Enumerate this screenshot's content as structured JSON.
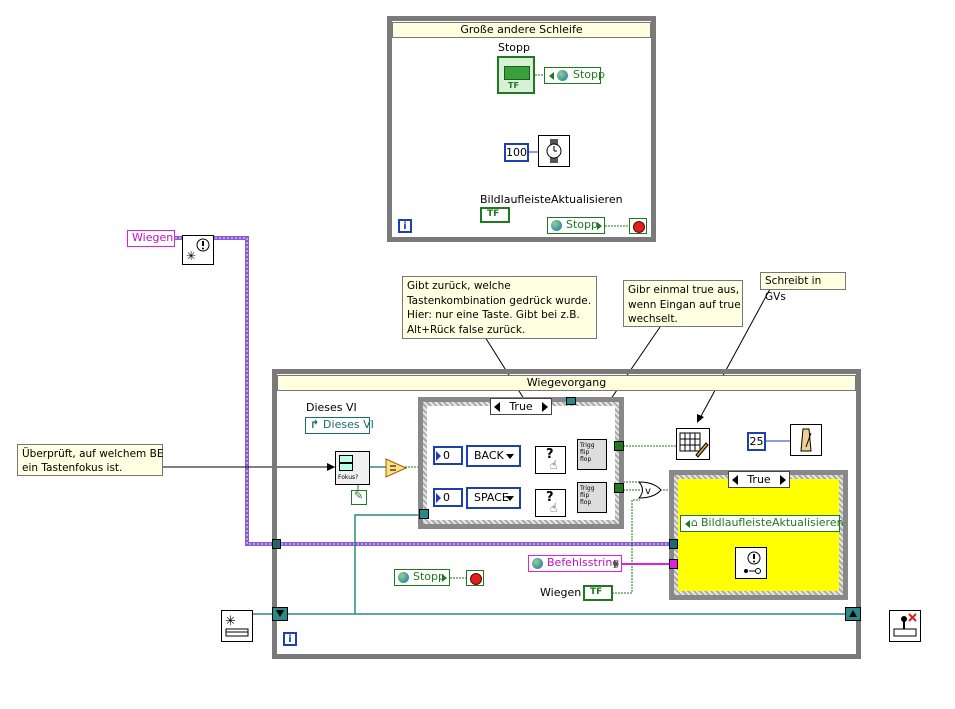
{
  "top_loop": {
    "title": "Große andere Schleife",
    "stopp_label": "Stopp",
    "stopp_control_text": "TF",
    "stopp_local": "Stopp",
    "wait_ms": "100",
    "bild_label": "BildlaufleisteAktualisieren",
    "bild_control_text": "TF",
    "stopp_local_read": "Stopp",
    "iteration": "i"
  },
  "outer_left": {
    "wiegen_local": "Wiegen",
    "note_focus": "Überprüft, auf welchem BE\nein Tastenfokus ist."
  },
  "notes": {
    "key_combo": "Gibt zurück, welche\nTastenkombination gedrück wurde.\nHier: nur eine Taste. Gibt bei z.B.\nAlt+Rück false zurück.",
    "flipflop": "Gibr einmal true aus,\nwenn Eingan auf true\nwechselt.",
    "gv": "Schreibt in GVs"
  },
  "main_loop": {
    "title": "Wiegevorgang",
    "dieses_label": "Dieses VI",
    "dieses_ref": "Dieses VI",
    "fokus_text": "Fokus?",
    "case1_selector": "True",
    "key_index_1": "0",
    "key_index_2": "0",
    "key_1": "BACK",
    "key_2": "SPACE",
    "query_symbol": "?",
    "flipflop_text": "Trigg flip flop",
    "wait_ms": "25",
    "or_symbol": "v",
    "case2_selector": "True",
    "bild_local": "BildlaufleisteAktualisieren",
    "befehl_local": "Befehlsstring",
    "stopp_local": "Stopp",
    "wiegen_label": "Wiegen",
    "wiegen_control_text": "TF",
    "iteration": "i"
  },
  "colors": {
    "loop_border": "#7a7a7a",
    "wire_bool": "#1f7a1f",
    "wire_string": "#e020e0",
    "wire_int": "#1d3fb0",
    "wire_ref": "#2a8a8a",
    "case_bg": "#ffff00"
  }
}
